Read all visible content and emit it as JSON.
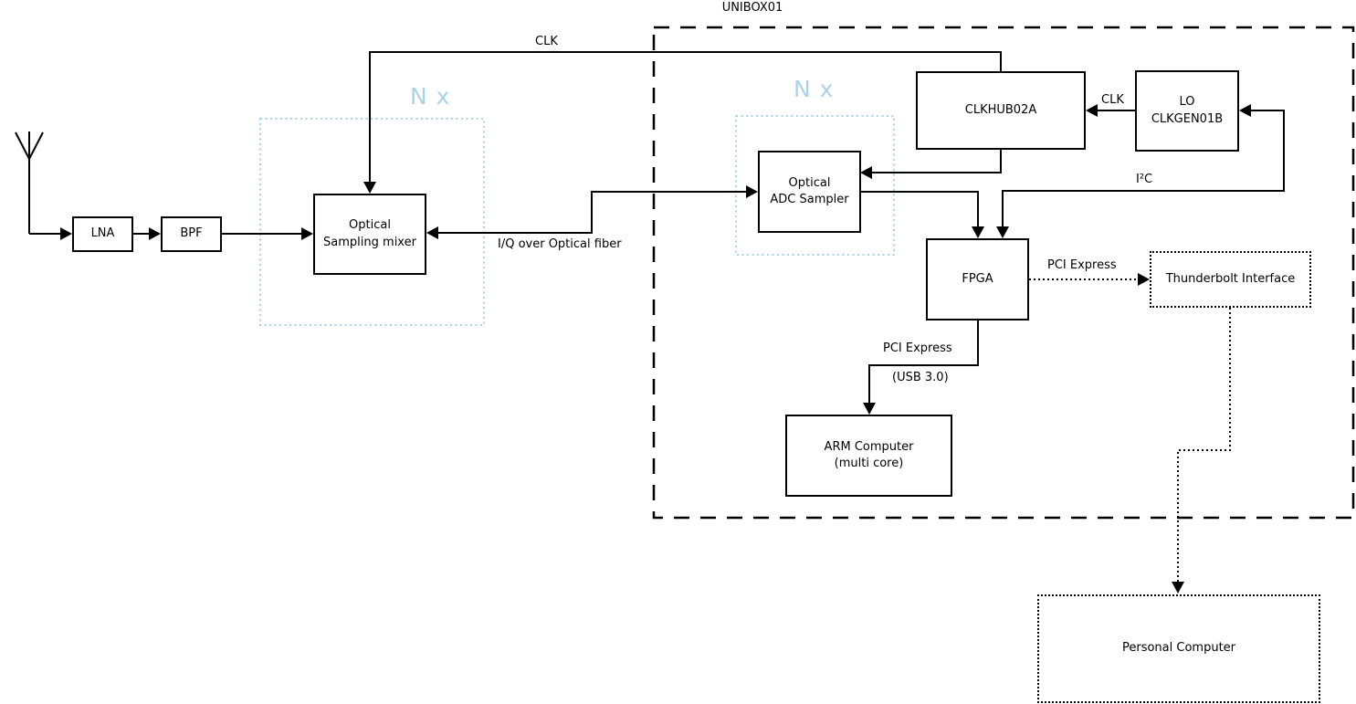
{
  "diagram": {
    "title": "UNIBOX01",
    "colors": {
      "line": "#000000",
      "replication_accent": "#a9d3e8",
      "background": "#ffffff"
    },
    "icons": {
      "antenna": "antenna-icon"
    },
    "replication": {
      "left_label": "N x",
      "right_label": "N x"
    },
    "nodes": {
      "lna": "LNA",
      "bpf": "BPF",
      "mixer": "Optical\nSampling mixer",
      "adc": "Optical\nADC Sampler",
      "clkhub": "CLKHUB02A",
      "lo": "LO\nCLKGEN01B",
      "fpga": "FPGA",
      "thunderbolt": "Thunderbolt Interface",
      "arm": "ARM Computer\n(multi core)",
      "pc": "Personal Computer"
    },
    "edge_labels": {
      "clk_top": "CLK",
      "clk_lo_to_hub": "CLK",
      "i2c": "I²C",
      "iq_fiber": "I/Q over Optical fiber",
      "pci_express_right": "PCI Express",
      "pci_express_down": "PCI Express",
      "usb": "(USB 3.0)"
    }
  }
}
